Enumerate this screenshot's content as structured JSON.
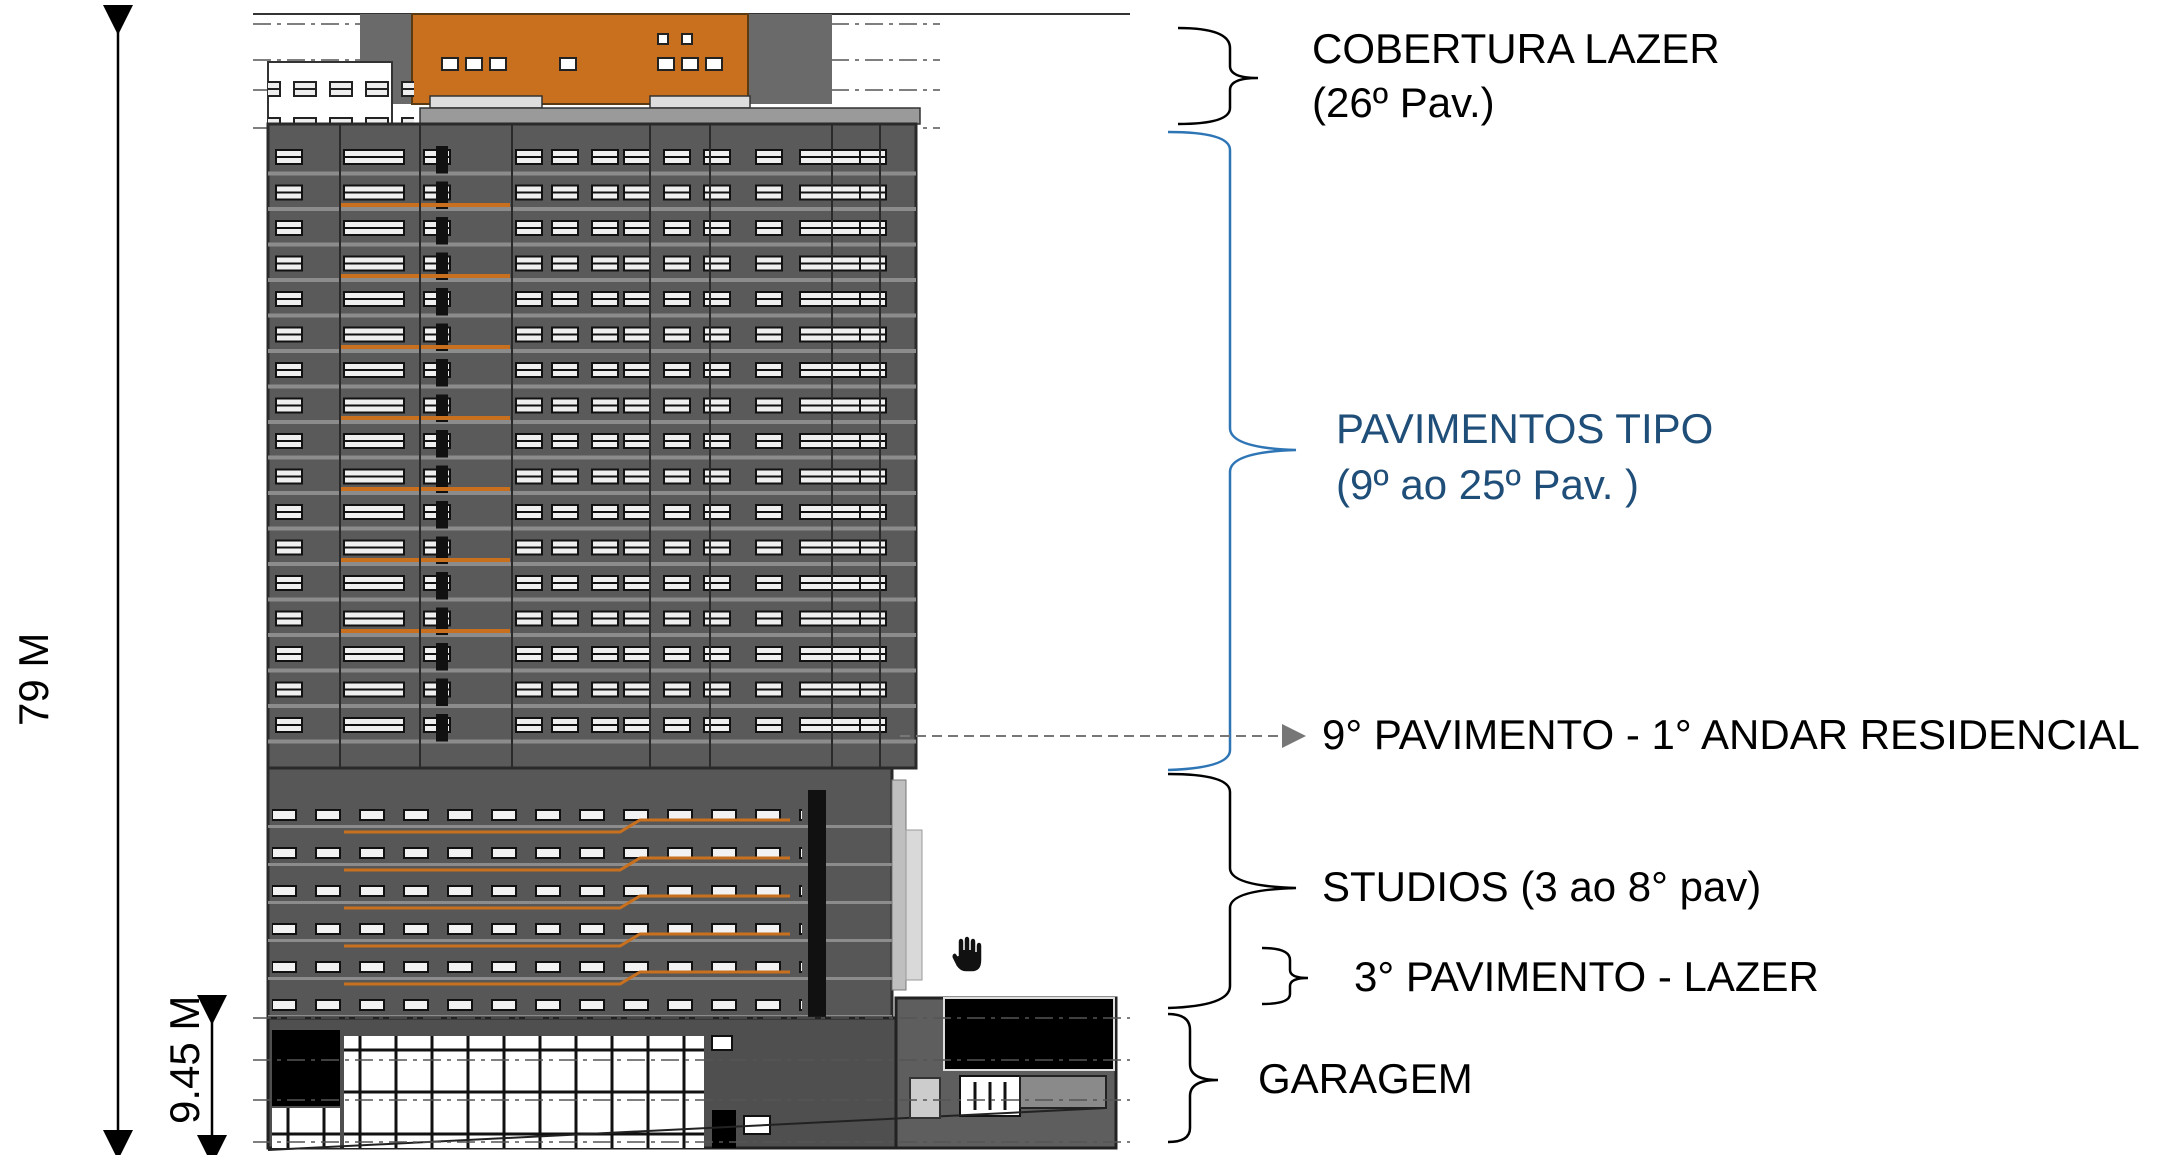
{
  "dimensions": {
    "total_height": "79 M",
    "garage_height": "9.45 M"
  },
  "labels": {
    "cobertura_line1": "COBERTURA LAZER",
    "cobertura_line2": "(26º Pav.)",
    "tipo_line1": "PAVIMENTOS TIPO",
    "tipo_line2": "(9º ao 25º Pav. )",
    "ninth_floor": "9° PAVIMENTO -  1° ANDAR RESIDENCIAL",
    "studios": "STUDIOS (3 ao 8° pav)",
    "third_floor": "3° PAVIMENTO -  LAZER",
    "garagem": "GARAGEM"
  },
  "colors": {
    "facade": "#5a5a5a",
    "facade_dark": "#3c3c3c",
    "accent_orange": "#c8701e",
    "bracket_black": "#000000",
    "bracket_blue": "#2e75b6",
    "text_blue": "#1f4e79"
  },
  "icons": [
    "hand-cursor-icon"
  ]
}
